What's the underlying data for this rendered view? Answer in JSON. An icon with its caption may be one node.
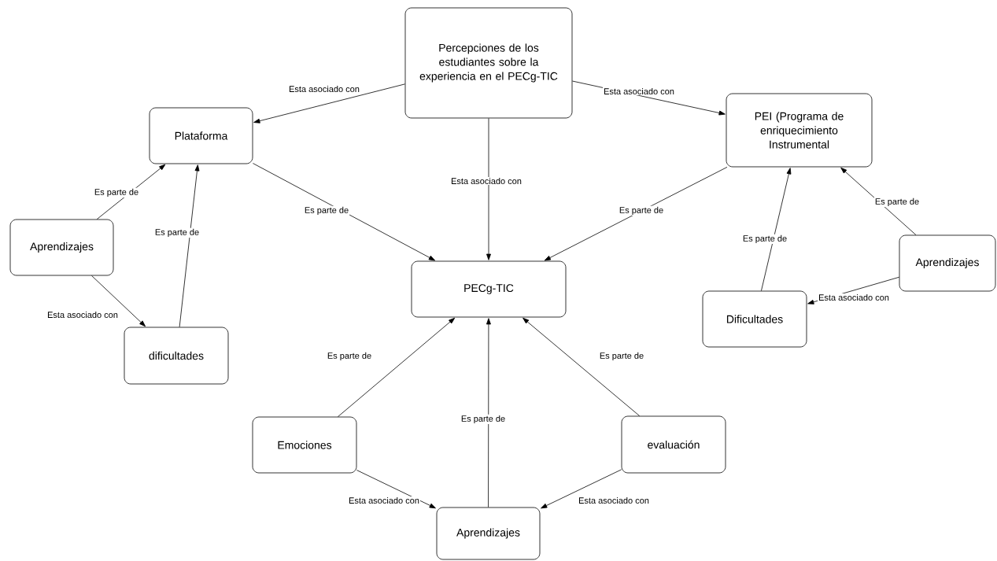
{
  "diagram": {
    "nodes": [
      {
        "text": [
          "Percepciones de los estudiantes sobre la experiencia en el PECg-TIC"
        ]
      },
      {
        "text": [
          "Plataforma"
        ]
      },
      {
        "text": [
          "PEI (Programa de enriquecimiento Instrumental"
        ]
      },
      {
        "text": [
          "PECg-TIC"
        ]
      },
      {
        "text": [
          "Aprendizajes"
        ]
      },
      {
        "text": [
          "dificultades"
        ]
      },
      {
        "text": [
          "Dificultades"
        ]
      },
      {
        "text": [
          "Aprendizajes"
        ]
      },
      {
        "text": [
          "Emociones"
        ]
      },
      {
        "text": [
          "evaluación"
        ]
      },
      {
        "text": [
          "Aprendizajes"
        ]
      }
    ],
    "edges": [
      {
        "from": 0,
        "to": 1,
        "arrow": "to",
        "label": "Esta asociado con"
      },
      {
        "from": 0,
        "to": 2,
        "arrow": "to",
        "label": "Esta asociado con"
      },
      {
        "from": 0,
        "to": 3,
        "arrow": "to",
        "label": "Esta asociado con"
      },
      {
        "from": 1,
        "to": 3,
        "arrow": "to",
        "label": "Es parte de"
      },
      {
        "from": 2,
        "to": 3,
        "arrow": "to",
        "label": "Es parte de"
      },
      {
        "from": 4,
        "to": 1,
        "arrow": "to",
        "label": "Es parte de"
      },
      {
        "from": 4,
        "to": 5,
        "arrow": "to",
        "label": "Esta asociado con"
      },
      {
        "from": 5,
        "to": 1,
        "arrow": "to",
        "label": "Es parte de"
      },
      {
        "from": 6,
        "to": 2,
        "arrow": "to",
        "label": "Es parte de"
      },
      {
        "from": 7,
        "to": 2,
        "arrow": "to",
        "label": "Es parte de"
      },
      {
        "from": 7,
        "to": 6,
        "arrow": "to",
        "label": "Esta asociado con"
      },
      {
        "from": 8,
        "to": 3,
        "arrow": "to",
        "label": "Es parte de"
      },
      {
        "from": 9,
        "to": 3,
        "arrow": "to",
        "label": "Es parte de"
      },
      {
        "from": 10,
        "to": 3,
        "arrow": "to",
        "label": "Es parte de"
      },
      {
        "from": 8,
        "to": 10,
        "arrow": "to",
        "label": "Esta asociado con"
      },
      {
        "from": 9,
        "to": 10,
        "arrow": "to",
        "label": "Esta asociado con"
      }
    ]
  }
}
